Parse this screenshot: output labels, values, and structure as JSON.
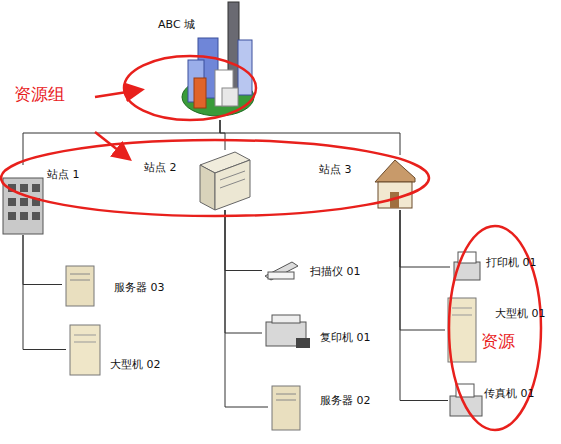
{
  "diagram": {
    "nodes": [
      {
        "text": [
          "ABC 城"
        ]
      },
      {
        "text": [
          "站点 1"
        ]
      },
      {
        "text": [
          "站点 2"
        ]
      },
      {
        "text": [
          "站点 3"
        ]
      },
      {
        "text": [
          "服务器 03"
        ]
      },
      {
        "text": [
          "大型机 02"
        ]
      },
      {
        "text": [
          "扫描仪 01"
        ]
      },
      {
        "text": [
          "复印机 01"
        ]
      },
      {
        "text": [
          "服务器 02"
        ]
      },
      {
        "text": [
          "打印机 01"
        ]
      },
      {
        "text": [
          "大型机 01"
        ]
      },
      {
        "text": [
          "传真机 01"
        ]
      }
    ],
    "edges": [
      {
        "from": 0,
        "to": 1,
        "arrow": "none"
      },
      {
        "from": 0,
        "to": 2,
        "arrow": "none"
      },
      {
        "from": 0,
        "to": 3,
        "arrow": "none"
      },
      {
        "from": 1,
        "to": 4,
        "arrow": "none"
      },
      {
        "from": 1,
        "to": 5,
        "arrow": "none"
      },
      {
        "from": 2,
        "to": 6,
        "arrow": "none"
      },
      {
        "from": 2,
        "to": 7,
        "arrow": "none"
      },
      {
        "from": 2,
        "to": 8,
        "arrow": "none"
      },
      {
        "from": 3,
        "to": 9,
        "arrow": "none"
      },
      {
        "from": 3,
        "to": 10,
        "arrow": "none"
      },
      {
        "from": 3,
        "to": 11,
        "arrow": "none"
      }
    ],
    "labels": [
      "资源组",
      "资源"
    ]
  }
}
